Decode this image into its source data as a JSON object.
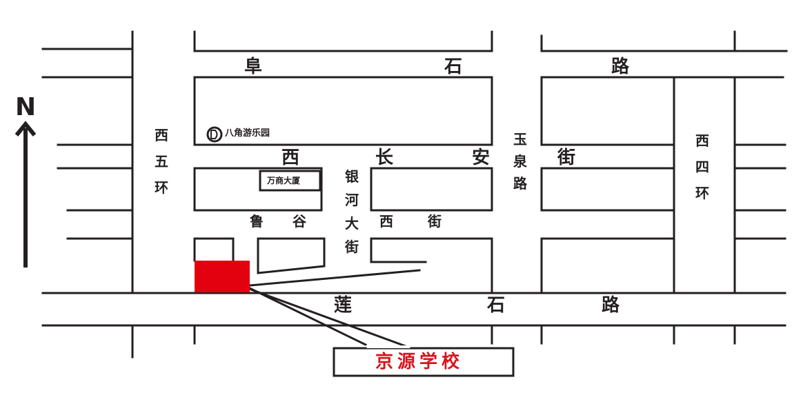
{
  "north": {
    "letter": "N"
  },
  "roads": {
    "fushi": {
      "chars": [
        "阜",
        "石",
        "路"
      ]
    },
    "xichangan": {
      "chars": [
        "西",
        "长",
        "安",
        "街"
      ]
    },
    "luguxi": {
      "chars": [
        "鲁",
        "谷",
        "西",
        "街"
      ]
    },
    "lianshi": {
      "chars": [
        "莲",
        "石",
        "路"
      ]
    },
    "xiwuhuan": {
      "chars": [
        "西",
        "五",
        "环"
      ]
    },
    "yinhe": {
      "chars": [
        "银",
        "河",
        "大",
        "街"
      ]
    },
    "yuquan": {
      "chars": [
        "玉",
        "泉",
        "路"
      ]
    },
    "xisihuan": {
      "chars": [
        "西",
        "四",
        "环"
      ]
    }
  },
  "landmarks": {
    "park": {
      "label": "八角游乐园",
      "icon": "subway-icon"
    },
    "wanshang": {
      "label": "万商大厦"
    },
    "school": {
      "label": "京源学校",
      "color": "#d7141d"
    }
  },
  "colors": {
    "line": "#231f20",
    "school": "#e3000f",
    "school_text": "#d7141d"
  }
}
